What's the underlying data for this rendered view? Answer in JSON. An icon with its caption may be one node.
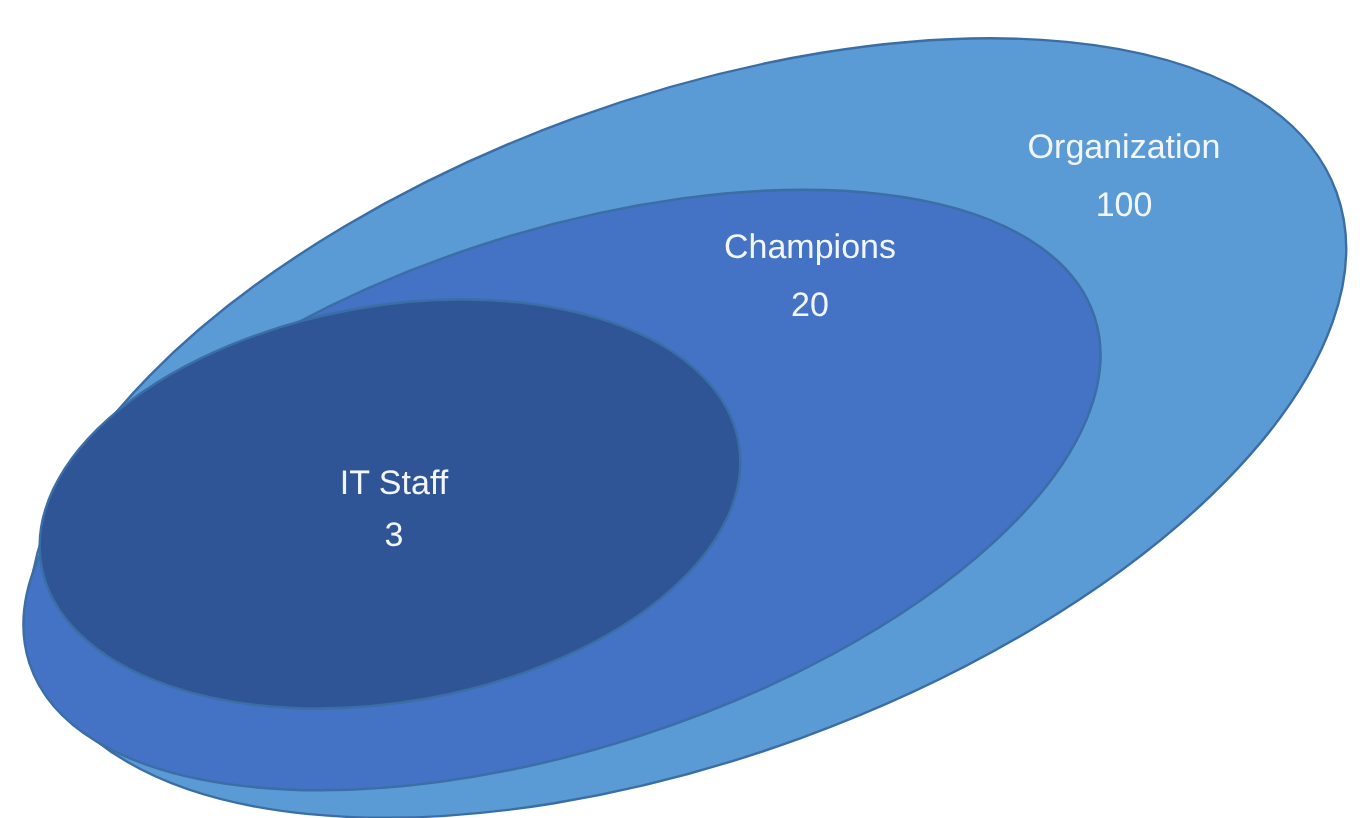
{
  "diagram": {
    "nodes": [
      {
        "text": [
          "Organization",
          "100"
        ]
      },
      {
        "text": [
          "Champions",
          "20"
        ],
        "in": 0
      },
      {
        "text": [
          "IT Staff",
          "3"
        ],
        "in": 1
      }
    ]
  }
}
